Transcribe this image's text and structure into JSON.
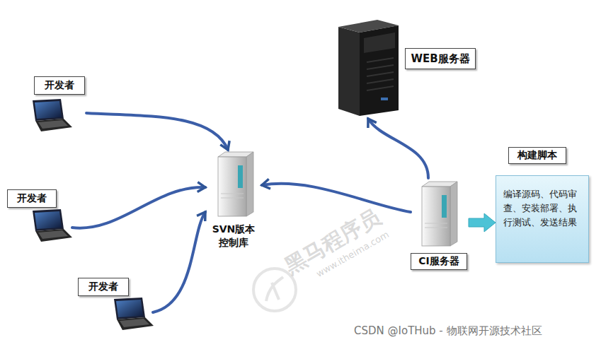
{
  "diagram": {
    "nodes": [
      {
        "text": [
          "WEB服务器"
        ]
      },
      {
        "text": [
          "开发者"
        ]
      },
      {
        "text": [
          "构建脚本",
          "编译源码、代码审查、安装部署、执行测试、发送结果"
        ]
      },
      {
        "text": [
          "SVN版本 控制库"
        ]
      },
      {
        "text": [
          "CI服务器"
        ]
      },
      {
        "text": [
          "开发者"
        ]
      },
      {
        "text": [
          "开发者"
        ]
      }
    ],
    "edges": [
      {
        "from": 1,
        "to": 3,
        "arrow": "to"
      },
      {
        "from": 5,
        "to": 3,
        "arrow": "to"
      },
      {
        "from": 6,
        "to": 3,
        "arrow": "to"
      },
      {
        "from": 4,
        "to": 3,
        "arrow": "to"
      },
      {
        "from": 4,
        "to": 0,
        "arrow": "to"
      },
      {
        "from": 4,
        "to": 2,
        "arrow": "to"
      }
    ],
    "labels": [
      "黑马程序员",
      "www.itheima.com",
      "CSDN @IoTHub - 物联网开源技术社区"
    ]
  }
}
